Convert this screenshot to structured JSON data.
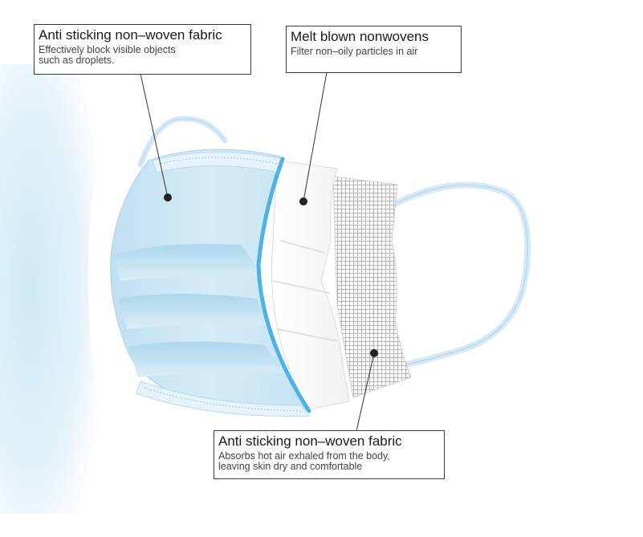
{
  "callouts": {
    "outer_layer": {
      "title": "Anti sticking non–woven fabric",
      "desc_line1": "Effectively block visible objects",
      "desc_line2": "such as droplets."
    },
    "middle_layer": {
      "title": "Melt blown nonwovens",
      "desc_line1": "Filter non–oily particles in air"
    },
    "inner_layer": {
      "title": "Anti sticking non–woven fabric",
      "desc_line1": "Absorbs hot air exhaled from the body,",
      "desc_line2": "leaving skin dry and comfortable"
    }
  },
  "colors": {
    "mask_blue": "#cfe8f4",
    "edge_blue": "#4db3e6",
    "ear_loop": "#d6eaf6",
    "background_glow": "#cde9f6",
    "mesh_gray": "#b5b5b5",
    "leader_line": "#333333",
    "box_border": "#3a3a3a"
  }
}
